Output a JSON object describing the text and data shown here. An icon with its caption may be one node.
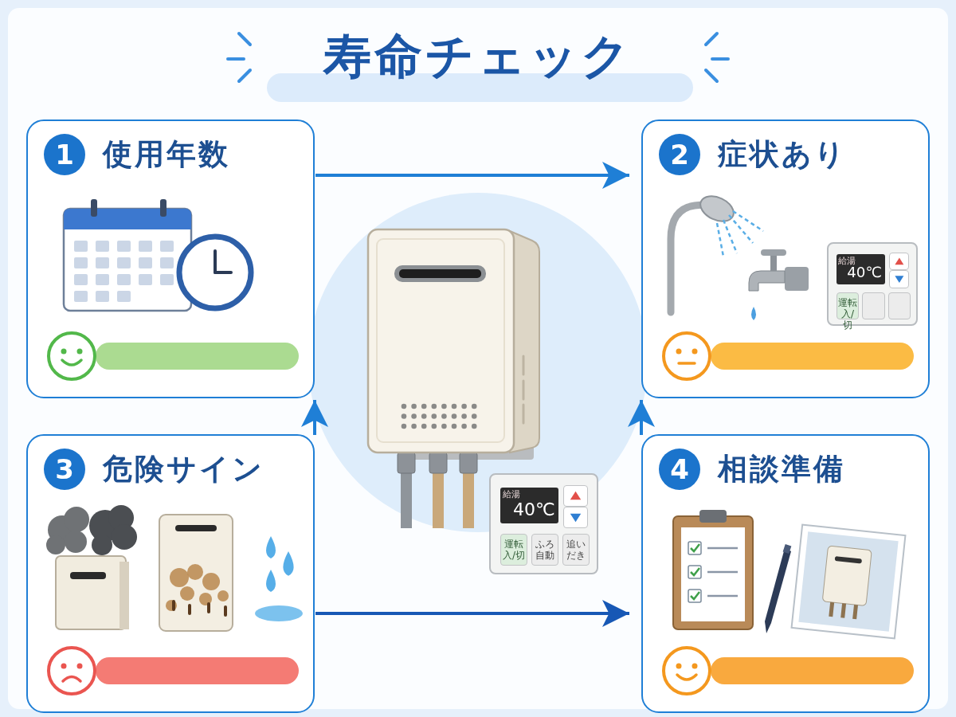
{
  "diagram": {
    "title": "寿命チェック",
    "nodes": [
      {
        "text": [
          "1",
          "使用年数"
        ]
      },
      {
        "text": [
          "2",
          "症状あり"
        ]
      },
      {
        "text": [
          "3",
          "危険サイン"
        ]
      },
      {
        "text": [
          "4",
          "相談準備"
        ]
      }
    ],
    "edges": [
      {
        "from": 0,
        "to": 1,
        "arrow": "to"
      },
      {
        "from": 2,
        "to": 0,
        "arrow": "to"
      },
      {
        "from": 2,
        "to": 3,
        "arrow": "to",
        "color": "#1758b5"
      },
      {
        "from": 3,
        "to": 1,
        "arrow": "to"
      }
    ],
    "labels": [
      "給湯",
      "40℃",
      "運転入/切",
      "給湯",
      "40℃",
      "運転入/切",
      "ふろ自動",
      "追いだき"
    ]
  }
}
